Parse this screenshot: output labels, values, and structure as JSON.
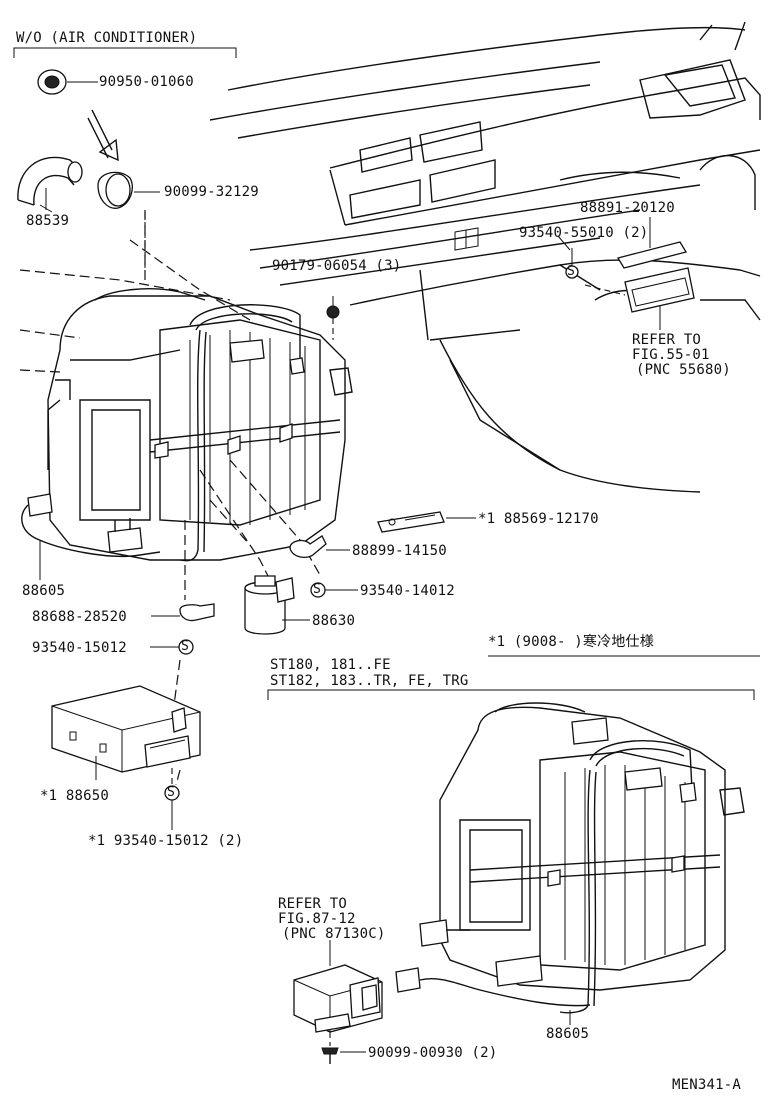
{
  "headers": {
    "wo_air_conditioner": "W/O (AIR CONDITIONER)",
    "variant_note": "*1 (9008-          )寒冷地仕様",
    "model_line1": "ST180, 181..FE",
    "model_line2": "ST182, 183..TR, FE, TRG"
  },
  "parts": {
    "p90950": "90950-01060",
    "p90099_32129": "90099-32129",
    "p88539": "88539",
    "p88891": "88891-20120",
    "p93540_55010": "93540-55010 (2)",
    "p90179": "90179-06054 (3)",
    "p88569": "*1 88569-12170",
    "p88899": "88899-14150",
    "p93540_14012": "93540-14012",
    "p88605_top": "88605",
    "p88630": "88630",
    "p88688": "88688-28520",
    "p93540_15012": "93540-15012",
    "p88650": "*1 88650",
    "p93540_15012_2": "*1 93540-15012 (2)",
    "p88605_bottom": "88605",
    "p90099_00930": "90099-00930 (2)"
  },
  "refers": {
    "ref1_line1": "REFER TO",
    "ref1_line2": "FIG.55-01",
    "ref1_line3": "(PNC 55680)",
    "ref2_line1": "REFER TO",
    "ref2_line2": "FIG.87-12",
    "ref2_line3": "(PNC 87130C)"
  },
  "drawing_code": "MEN341-A",
  "icons": {
    "seal_symbol": "S"
  }
}
